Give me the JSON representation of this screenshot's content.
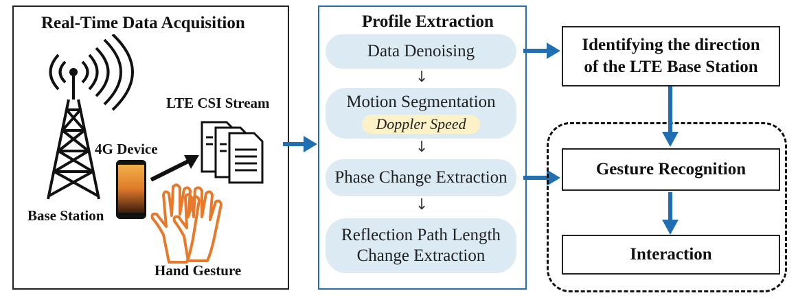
{
  "acquisition": {
    "title": "Real-Time Data Acquisition",
    "base_station_label": "Base Station",
    "device_label": "4G Device",
    "stream_label": "LTE CSI Stream",
    "gesture_label": "Hand Gesture"
  },
  "profile": {
    "title": "Profile Extraction",
    "steps": [
      {
        "label": "Data Denoising"
      },
      {
        "label": "Motion Segmentation",
        "sub": "Doppler Speed"
      },
      {
        "label": "Phase Change Extraction"
      },
      {
        "label": "Reflection Path Length",
        "label2": "Change Extraction"
      }
    ],
    "step_arrow": "↓"
  },
  "right": {
    "direction_line1": "Identifying the direction",
    "direction_line2": "of the LTE Base Station",
    "gesture_recognition": "Gesture Recognition",
    "interaction": "Interaction"
  },
  "colors": {
    "accent": "#1f6fb2",
    "pill": "#dbeaf3",
    "highlight": "#fdf1c8"
  }
}
